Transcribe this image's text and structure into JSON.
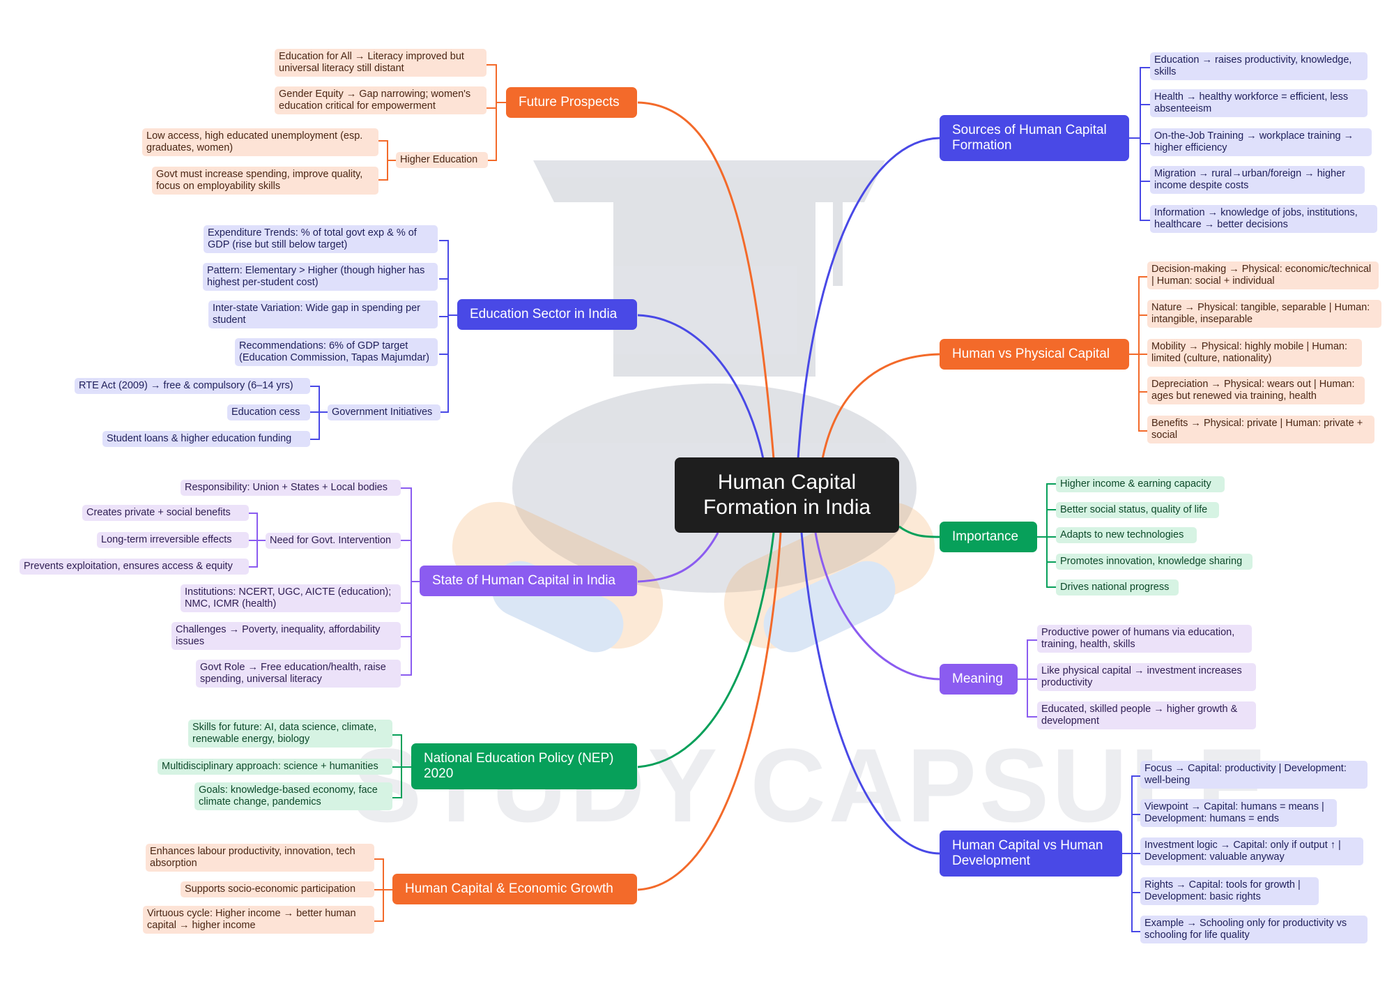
{
  "colors": {
    "orange": "#f36a2a",
    "blue": "#4949e6",
    "purple": "#8b5cf0",
    "green": "#07a05a",
    "center": "#1e1e1e"
  },
  "watermark": {
    "text": "STUDY CAPSULE",
    "icon": "mortarboard-capsule-logo-icon"
  },
  "center": {
    "title": "Human Capital Formation in India"
  },
  "future_prospects": {
    "label": "Future Prospects",
    "items": [
      "Education for All → Literacy improved but universal literacy still distant",
      "Gender Equity → Gap narrowing; women's education critical for empowerment"
    ],
    "higher_education": {
      "label": "Higher Education",
      "items": [
        "Low access, high educated unemployment (esp. graduates, women)",
        "Govt must increase spending, improve quality, focus on employability skills"
      ]
    }
  },
  "education_sector": {
    "label": "Education Sector in India",
    "items": [
      "Expenditure Trends: % of total govt exp & % of GDP (rise but still below target)",
      "Pattern: Elementary > Higher (though higher has highest per-student cost)",
      "Inter-state Variation: Wide gap in spending per student",
      "Recommendations: 6% of GDP target (Education Commission, Tapas Majumdar)"
    ],
    "government_initiatives": {
      "label": "Government Initiatives",
      "items": [
        "RTE Act (2009) → free & compulsory (6–14 yrs)",
        "Education cess",
        "Student loans & higher education funding"
      ]
    }
  },
  "state_of_hc": {
    "label": "State of Human Capital in India",
    "items": [
      "Responsibility: Union + States + Local bodies",
      "Institutions: NCERT, UGC, AICTE (education); NMC, ICMR (health)",
      "Challenges → Poverty, inequality, affordability issues",
      "Govt Role → Free education/health, raise spending, universal literacy"
    ],
    "need_for_intervention": {
      "label": "Need for Govt. Intervention",
      "items": [
        "Creates private + social benefits",
        "Long-term irreversible effects",
        "Prevents exploitation, ensures access & equity"
      ]
    }
  },
  "nep": {
    "label": "National Education Policy (NEP) 2020",
    "items": [
      "Skills for future: AI, data science, climate, renewable energy, biology",
      "Multidisciplinary approach: science + humanities",
      "Goals: knowledge-based economy, face climate change, pandemics"
    ]
  },
  "growth": {
    "label": "Human Capital & Economic Growth",
    "items": [
      "Enhances labour productivity, innovation, tech absorption",
      "Supports socio-economic participation",
      "Virtuous cycle: Higher income → better human capital → higher income"
    ]
  },
  "sources": {
    "label": "Sources of Human Capital Formation",
    "items": [
      "Education → raises productivity, knowledge, skills",
      "Health → healthy workforce = efficient, less absenteeism",
      "On-the-Job Training → workplace training → higher efficiency",
      "Migration → rural→urban/foreign → higher income despite costs",
      "Information → knowledge of jobs, institutions, healthcare → better decisions"
    ]
  },
  "hvp": {
    "label": "Human vs Physical Capital",
    "items": [
      "Decision-making → Physical: economic/technical | Human: social + individual",
      "Nature → Physical: tangible, separable | Human: intangible, inseparable",
      "Mobility → Physical: highly mobile | Human: limited (culture, nationality)",
      "Depreciation → Physical: wears out | Human: ages but renewed via training, health",
      "Benefits → Physical: private | Human: private + social"
    ]
  },
  "importance": {
    "label": "Importance",
    "items": [
      "Higher income & earning capacity",
      "Better social status, quality of life",
      "Adapts to new technologies",
      "Promotes innovation, knowledge sharing",
      "Drives national progress"
    ]
  },
  "meaning": {
    "label": "Meaning",
    "items": [
      "Productive power of humans via education, training, health, skills",
      "Like physical capital → investment increases productivity",
      "Educated, skilled people → higher growth & development"
    ]
  },
  "hcvhd": {
    "label": "Human Capital vs Human Development",
    "items": [
      "Focus → Capital: productivity | Development: well-being",
      "Viewpoint → Capital: humans = means | Development: humans = ends",
      "Investment logic → Capital: only if output ↑ | Development: valuable anyway",
      "Rights → Capital: tools for growth | Development: basic rights",
      "Example → Schooling only for productivity vs schooling for life quality"
    ]
  }
}
